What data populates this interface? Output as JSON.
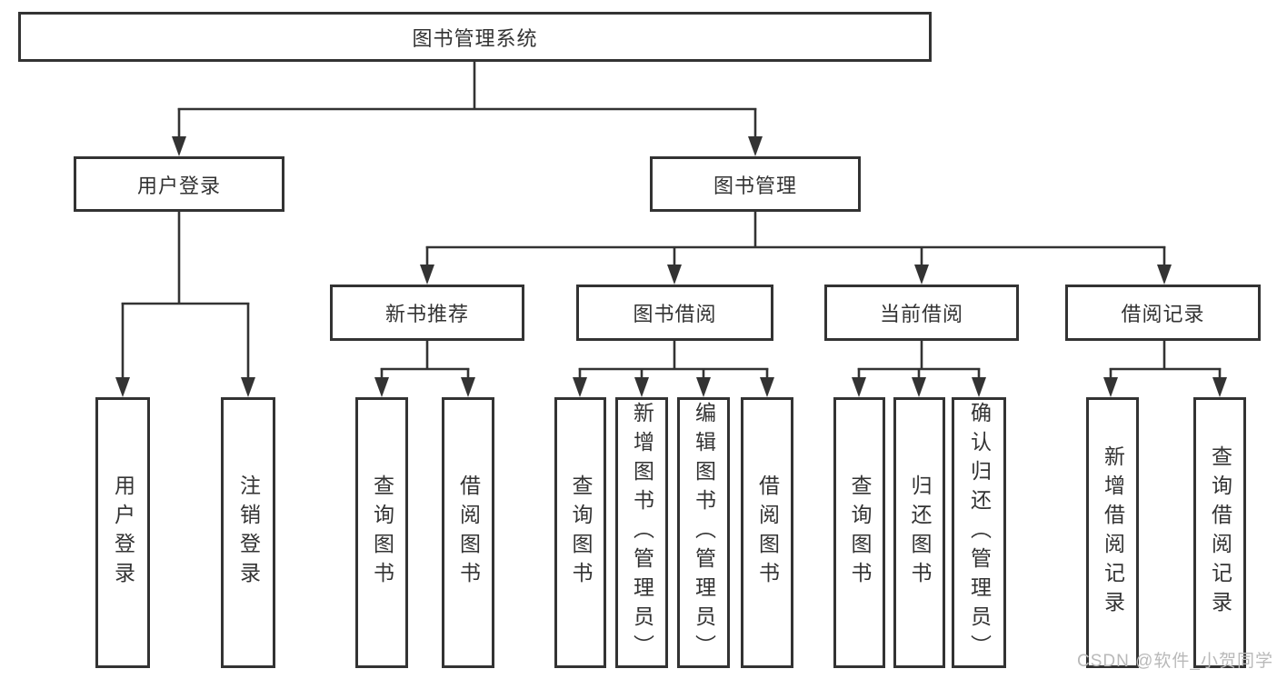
{
  "diagram": {
    "title": "图书管理系统",
    "root": {
      "label": "图书管理系统"
    },
    "level2": [
      {
        "label": "用户登录"
      },
      {
        "label": "图书管理"
      }
    ],
    "level3": [
      {
        "label": "新书推荐"
      },
      {
        "label": "图书借阅"
      },
      {
        "label": "当前借阅"
      },
      {
        "label": "借阅记录"
      }
    ],
    "leaves": {
      "login": [
        "用户登录",
        "注销登录"
      ],
      "recommend": [
        "查询图书",
        "借阅图书"
      ],
      "borrow": [
        "查询图书",
        "新增图书（管理员）",
        "编辑图书（管理员）",
        "借阅图书"
      ],
      "current": [
        "查询图书",
        "归还图书",
        "确认归还（管理员）"
      ],
      "records": [
        "新增借阅记录",
        "查询借阅记录"
      ]
    },
    "colors": {
      "line": "#333333",
      "border": "#333333",
      "text": "#333333",
      "background": "#ffffff"
    }
  },
  "watermark": {
    "text": "CSDN @软件_小贺同学",
    "color": "#b9b9b9"
  }
}
